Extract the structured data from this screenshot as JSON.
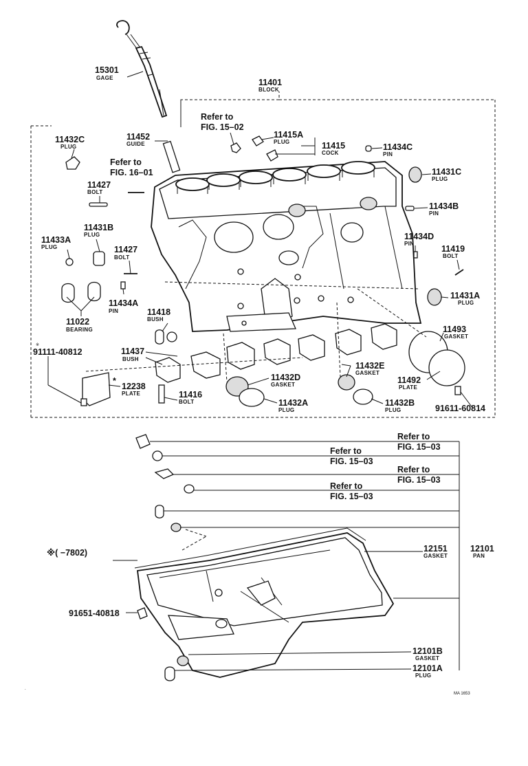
{
  "labels": {
    "c15301": {
      "num": "15301",
      "name": "GAGE"
    },
    "c11401": {
      "num": "11401",
      "name": "BLOCK"
    },
    "c11432C": {
      "num": "11432C",
      "name": "PLUG"
    },
    "c11452": {
      "num": "11452",
      "name": "GUIDE"
    },
    "c11415A": {
      "num": "11415A",
      "name": "PLUG"
    },
    "c11415": {
      "num": "11415",
      "name": "COCK"
    },
    "c11434C": {
      "num": "11434C",
      "name": "PIN"
    },
    "c11427a": {
      "num": "11427",
      "name": "BOLT"
    },
    "c11431C": {
      "num": "11431C",
      "name": "PLUG"
    },
    "c11434B": {
      "num": "11434B",
      "name": "PIN"
    },
    "c11433A": {
      "num": "11433A",
      "name": "PLUG"
    },
    "c11431B": {
      "num": "11431B",
      "name": "PLUG"
    },
    "c11427b": {
      "num": "11427",
      "name": "BOLT"
    },
    "c11434D": {
      "num": "11434D",
      "name": "PIN"
    },
    "c11419": {
      "num": "11419",
      "name": "BOLT"
    },
    "c11434A": {
      "num": "11434A",
      "name": "PIN"
    },
    "c11431A": {
      "num": "11431A",
      "name": "PLUG"
    },
    "c11418": {
      "num": "11418",
      "name": "BUSH"
    },
    "c11022": {
      "num": "11022",
      "name": "BEARING"
    },
    "c11493": {
      "num": "11493",
      "name": "GASKET"
    },
    "c91111": {
      "num": "91111-40812",
      "name": ""
    },
    "c11437": {
      "num": "11437",
      "name": "BUSH"
    },
    "c11432E": {
      "num": "11432E",
      "name": "GASKET"
    },
    "c12238": {
      "num": "12238",
      "name": "PLATE"
    },
    "c11432D": {
      "num": "11432D",
      "name": "GASKET"
    },
    "c11492": {
      "num": "11492",
      "name": "PLATE"
    },
    "c11416": {
      "num": "11416",
      "name": "BOLT"
    },
    "c11432A": {
      "num": "11432A",
      "name": "PLUG"
    },
    "c11432B": {
      "num": "11432B",
      "name": "PLUG"
    },
    "c91611": {
      "num": "91611-60814",
      "name": ""
    },
    "c12151": {
      "num": "12151",
      "name": "GASKET"
    },
    "c12101": {
      "num": "12101",
      "name": "PAN"
    },
    "c91651": {
      "num": "91651-40818",
      "name": ""
    },
    "c12101B": {
      "num": "12101B",
      "name": "GASKET"
    },
    "c12101A": {
      "num": "12101A",
      "name": "PLUG"
    }
  },
  "refs": {
    "r1": {
      "line1": "Refer to",
      "line2": "FIG. 15–02"
    },
    "r2": {
      "line1": "Fefer to",
      "line2": "FIG. 16–01"
    },
    "r3": {
      "line1": "Refer to",
      "line2": "FIG. 15–03"
    },
    "r4": {
      "line1": "Fefer to",
      "line2": "FIG. 15–03"
    },
    "r5": {
      "line1": "Refer to",
      "line2": "FIG. 15–03"
    },
    "r6": {
      "line1": "Refer to",
      "line2": "FIG. 15–03"
    }
  },
  "marks": {
    "star_mark": "※",
    "star_91111": "※",
    "star_12238": "*",
    "note_7802": "※(      −7802)",
    "drawing_id": "MA 1653 "
  }
}
